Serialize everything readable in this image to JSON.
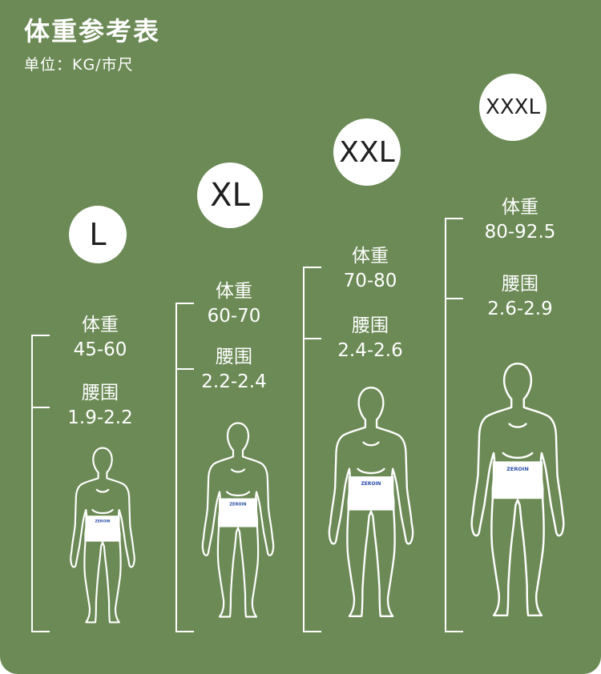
{
  "title": "体重参考表",
  "unit": "单位：KG/市尺",
  "sizes": [
    {
      "size": "L",
      "weight_label": "体重",
      "weight": "45-60",
      "waist_label": "腰围",
      "waist": "1.9-2.2",
      "brand": "ZEROIN"
    },
    {
      "size": "XL",
      "weight_label": "体重",
      "weight": "60-70",
      "waist_label": "腰围",
      "waist": "2.2-2.4",
      "brand": "ZEROIN"
    },
    {
      "size": "XXL",
      "weight_label": "体重",
      "weight": "70-80",
      "waist_label": "腰围",
      "waist": "2.4-2.6",
      "brand": "ZEROIN"
    },
    {
      "size": "XXXL",
      "weight_label": "体重",
      "weight": "80-92.5",
      "waist_label": "腰围",
      "waist": "2.6-2.9",
      "brand": "ZEROIN"
    }
  ],
  "colors": {
    "background": "#6b8a55",
    "foreground": "#ffffff",
    "badge_text": "#1f1f1f",
    "brand_text": "#2b4fa8"
  },
  "icons": [
    "male-body-outline-icon"
  ]
}
